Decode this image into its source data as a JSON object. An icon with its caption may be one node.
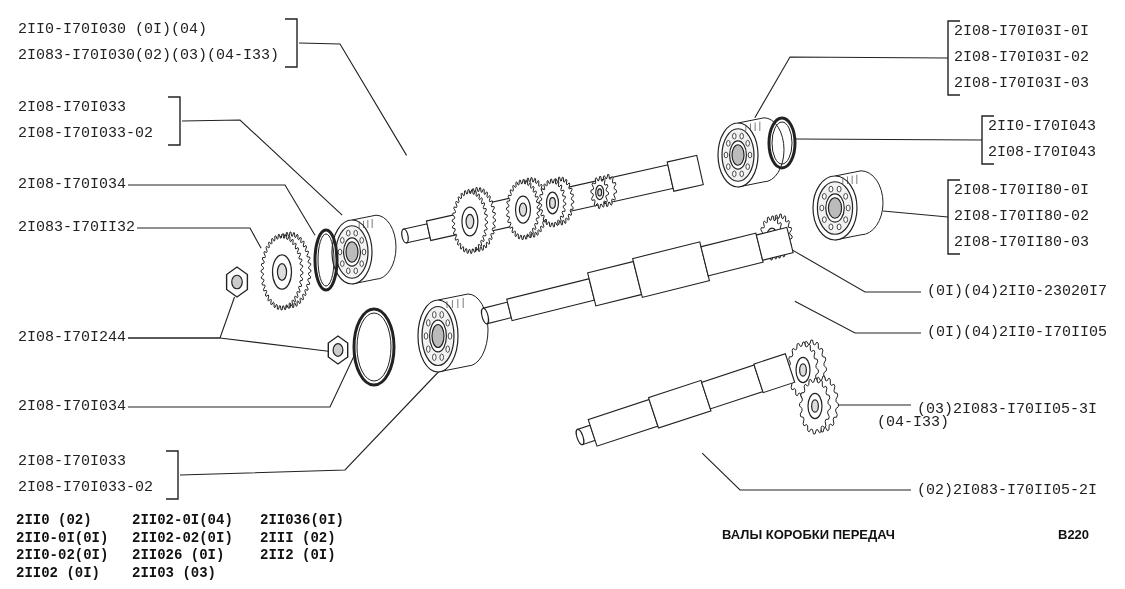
{
  "diagram": {
    "title": "ВАЛЫ КОРОБКИ ПЕРЕДАЧ",
    "nodes": [
      {
        "text": [
          "2II0-I70I030 (0I)(04)",
          "2I083-I70I030(02)(03)(04-I33)"
        ]
      },
      {
        "text": [
          "2I08-I70I033",
          "2I08-I70I033-02"
        ]
      },
      {
        "text": [
          "2I08-I70I034"
        ]
      },
      {
        "text": [
          "2I083-I70II32"
        ]
      },
      {
        "text": [
          "2I08-I70I244"
        ]
      },
      {
        "text": [
          "2I08-I70I034"
        ]
      },
      {
        "text": [
          "2I08-I70I033",
          "2I08-I70I033-02"
        ]
      },
      {
        "text": [
          "2I08-I70I03I-0I",
          "2I08-I70I03I-02",
          "2I08-I70I03I-03"
        ]
      },
      {
        "text": [
          "2II0-I70I043",
          "2I08-I70I043"
        ]
      },
      {
        "text": [
          "2I08-I70II80-0I",
          "2I08-I70II80-02",
          "2I08-I70II80-03"
        ]
      },
      {
        "text": [
          "(0I)(04)2II0-23020I7"
        ]
      },
      {
        "text": [
          "(0I)(04)2II0-I70II05"
        ]
      },
      {
        "text": [
          "(03)2I083-I70II05-3I"
        ],
        "beside": [
          "(04-I33)"
        ]
      },
      {
        "text": [
          "(02)2I083-I70II05-2I"
        ]
      },
      {
        "text": [],
        "shape": "picture"
      },
      {
        "text": [],
        "shape": "picture"
      },
      {
        "text": [],
        "shape": "picture"
      },
      {
        "text": [],
        "shape": "picture"
      },
      {
        "text": [],
        "shape": "picture"
      },
      {
        "text": [],
        "shape": "picture"
      },
      {
        "text": [],
        "shape": "picture"
      },
      {
        "text": [],
        "shape": "picture"
      },
      {
        "text": [],
        "shape": "picture"
      },
      {
        "text": [],
        "shape": "picture"
      },
      {
        "text": [],
        "shape": "picture"
      },
      {
        "text": [],
        "shape": "picture"
      },
      {
        "text": [],
        "shape": "picture"
      },
      {
        "text": [],
        "shape": "picture"
      },
      {
        "text": [],
        "shape": "picture"
      }
    ],
    "edges": [
      {
        "from": 0,
        "to": 14,
        "arrow": "none"
      },
      {
        "from": 1,
        "to": 15,
        "arrow": "none"
      },
      {
        "from": 2,
        "to": 17,
        "arrow": "none"
      },
      {
        "from": 3,
        "to": 16,
        "arrow": "none"
      },
      {
        "from": 4,
        "to": 18,
        "arrow": "none"
      },
      {
        "from": 4,
        "to": 19,
        "arrow": "none"
      },
      {
        "from": 5,
        "to": 20,
        "arrow": "none"
      },
      {
        "from": 6,
        "to": 21,
        "arrow": "none"
      },
      {
        "from": 7,
        "to": 22,
        "arrow": "none"
      },
      {
        "from": 8,
        "to": 23,
        "arrow": "none"
      },
      {
        "from": 9,
        "to": 24,
        "arrow": "none"
      },
      {
        "from": 10,
        "to": 25,
        "arrow": "none"
      },
      {
        "from": 11,
        "to": 26,
        "arrow": "none"
      },
      {
        "from": 12,
        "to": 27,
        "arrow": "none"
      },
      {
        "from": 13,
        "to": 28,
        "arrow": "none"
      }
    ],
    "labels": [
      "В220",
      "2II0 (02)",
      "2II02-0I(04)",
      "2II036(0I)",
      "2II0-0I(0I)",
      "2II02-02(0I)",
      "2III (02)",
      "2II0-02(0I)",
      "2II026 (0I)",
      "2II2 (0I)",
      "2II02 (0I)",
      "2II03 (03)"
    ]
  }
}
